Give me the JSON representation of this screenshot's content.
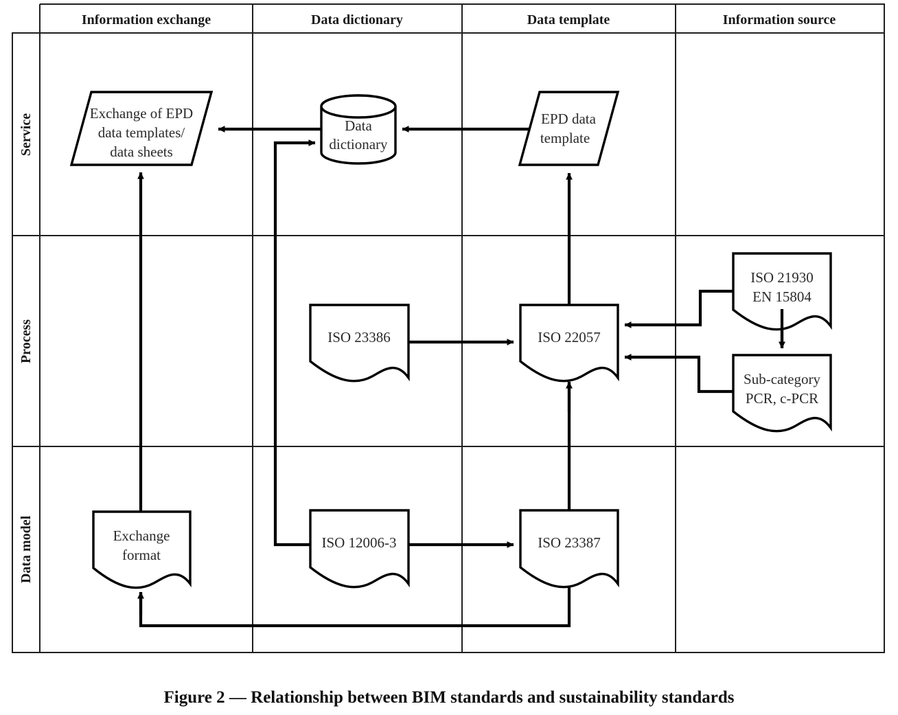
{
  "figure": {
    "caption": "Figure 2 — Relationship between BIM standards and sustainability standards",
    "colors": {
      "stroke": "#000000",
      "grid": "#1f1f1f",
      "background": "#ffffff",
      "text": "#1a1a1a",
      "node_text": "#2b2b2b"
    }
  },
  "grid": {
    "column_headers": [
      {
        "label": "Information exchange"
      },
      {
        "label": "Data dictionary"
      },
      {
        "label": "Data template"
      },
      {
        "label": "Information source"
      }
    ],
    "row_headers": [
      {
        "label": "Service"
      },
      {
        "label": "Process"
      },
      {
        "label": "Data model"
      }
    ]
  },
  "nodes": {
    "exchange_epd": {
      "label_lines": [
        "Exchange of EPD",
        "data templates/",
        "data sheets"
      ],
      "shape": "parallelogram",
      "row": "Service",
      "column": "Information exchange"
    },
    "data_dictionary": {
      "label_lines": [
        "Data",
        "dictionary"
      ],
      "shape": "cylinder",
      "row": "Service",
      "column": "Data dictionary"
    },
    "epd_data_template": {
      "label_lines": [
        "EPD data",
        "template"
      ],
      "shape": "parallelogram",
      "row": "Service",
      "column": "Data template"
    },
    "iso_23386": {
      "label_lines": [
        "ISO 23386"
      ],
      "shape": "document",
      "row": "Process",
      "column": "Data dictionary"
    },
    "iso_22057": {
      "label_lines": [
        "ISO 22057"
      ],
      "shape": "document",
      "row": "Process",
      "column": "Data template"
    },
    "iso_21930_en_15804": {
      "label_lines": [
        "ISO 21930",
        "EN 15804"
      ],
      "shape": "document",
      "row": "Process",
      "column": "Information source"
    },
    "sub_category_pcr": {
      "label_lines": [
        "Sub-category",
        "PCR, c-PCR"
      ],
      "shape": "document",
      "row": "Process",
      "column": "Information source"
    },
    "exchange_format": {
      "label_lines": [
        "Exchange",
        "format"
      ],
      "shape": "document",
      "row": "Data model",
      "column": "Information exchange"
    },
    "iso_12006_3": {
      "label_lines": [
        "ISO 12006-3"
      ],
      "shape": "document",
      "row": "Data model",
      "column": "Data dictionary"
    },
    "iso_23387": {
      "label_lines": [
        "ISO 23387"
      ],
      "shape": "document",
      "row": "Data model",
      "column": "Data template"
    }
  },
  "connections": [
    {
      "from": "data_dictionary",
      "to": "exchange_epd",
      "style": "arrow"
    },
    {
      "from": "epd_data_template",
      "to": "data_dictionary",
      "style": "arrow"
    },
    {
      "from": "iso_12006_3",
      "to": "data_dictionary",
      "style": "arrow"
    },
    {
      "from": "exchange_format",
      "to": "exchange_epd",
      "style": "arrow"
    },
    {
      "from": "iso_23386",
      "to": "iso_22057",
      "style": "arrow"
    },
    {
      "from": "iso_21930_en_15804",
      "to": "iso_22057",
      "style": "arrow"
    },
    {
      "from": "sub_category_pcr",
      "to": "iso_22057",
      "style": "arrow"
    },
    {
      "from": "iso_21930_en_15804",
      "to": "sub_category_pcr",
      "style": "arrow"
    },
    {
      "from": "iso_23387",
      "to": "iso_22057",
      "style": "arrow"
    },
    {
      "from": "iso_22057",
      "to": "epd_data_template",
      "style": "arrow"
    },
    {
      "from": "iso_12006_3",
      "to": "iso_23387",
      "style": "arrow"
    },
    {
      "from": "iso_23387",
      "to": "exchange_format",
      "style": "arrow"
    }
  ]
}
